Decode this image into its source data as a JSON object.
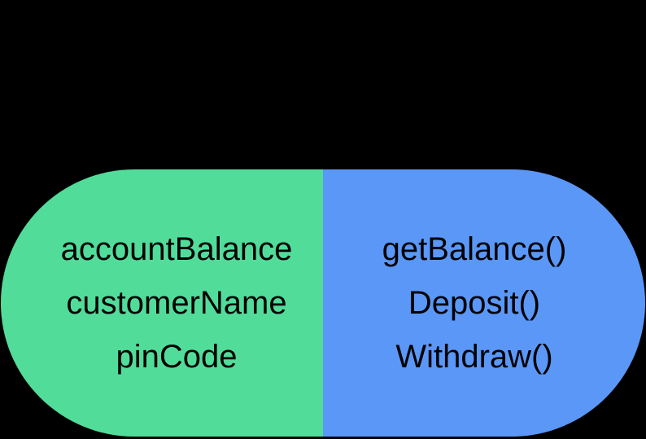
{
  "canvas": {
    "background": "#000000"
  },
  "capsule": {
    "attributes_fill": "#52DC9A",
    "methods_fill": "#5A97F7",
    "text_color": "#000000",
    "attributes": [
      "accountBalance",
      "customerName",
      "pinCode"
    ],
    "methods": [
      "getBalance()",
      "Deposit()",
      "Withdraw()"
    ]
  }
}
